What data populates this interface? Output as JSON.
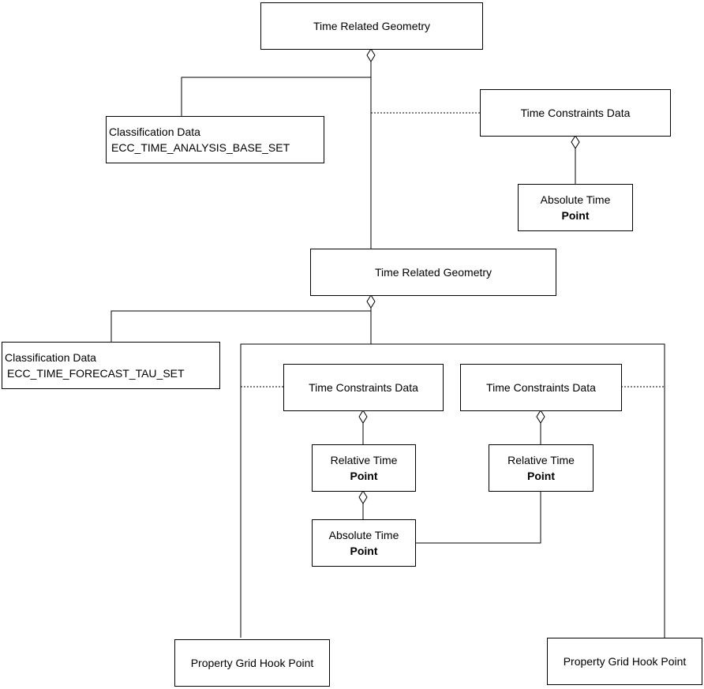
{
  "diagram": {
    "top_geometry": {
      "label": "Time Related Geometry"
    },
    "analysis_classification": {
      "line1": "Classification Data",
      "line2": "ECC_TIME_ANALYSIS_BASE_SET"
    },
    "top_constraints": {
      "label": "Time Constraints Data"
    },
    "top_absolute_time": {
      "line1": "Absolute Time",
      "line2": "Point"
    },
    "middle_geometry": {
      "label": "Time Related Geometry"
    },
    "forecast_classification": {
      "line1": "Classification Data",
      "line2": "ECC_TIME_FORECAST_TAU_SET"
    },
    "left_constraints": {
      "label": "Time Constraints Data"
    },
    "right_constraints": {
      "label": "Time Constraints Data"
    },
    "left_relative_time": {
      "line1": "Relative Time",
      "line2": "Point"
    },
    "right_relative_time": {
      "line1": "Relative Time",
      "line2": "Point"
    },
    "bottom_absolute_time": {
      "line1": "Absolute Time",
      "line2": "Point"
    },
    "left_hook": {
      "label": "Property Grid Hook Point"
    },
    "right_hook": {
      "label": "Property Grid Hook Point"
    }
  }
}
